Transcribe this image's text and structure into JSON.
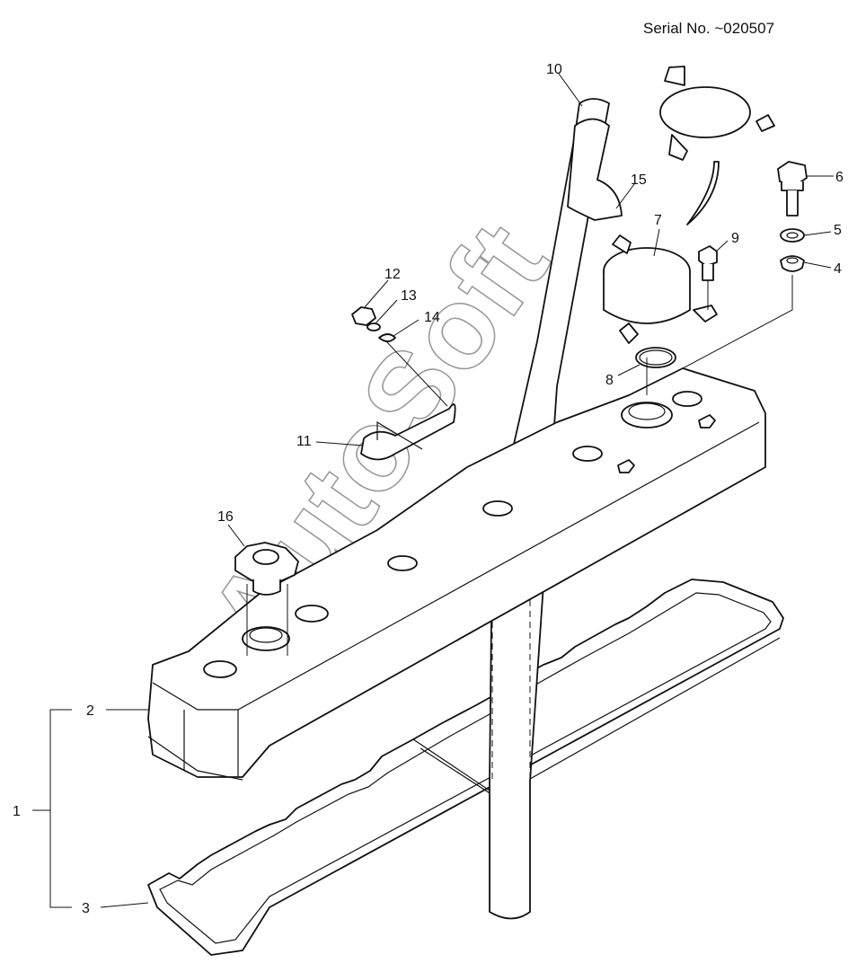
{
  "header": {
    "serial": "Serial No. ~020507"
  },
  "watermark": {
    "text": "AutoSoft"
  },
  "callouts": [
    {
      "id": "c1",
      "label": "1"
    },
    {
      "id": "c2",
      "label": "2"
    },
    {
      "id": "c3",
      "label": "3"
    },
    {
      "id": "c4",
      "label": "4"
    },
    {
      "id": "c5",
      "label": "5"
    },
    {
      "id": "c6",
      "label": "6"
    },
    {
      "id": "c7",
      "label": "7"
    },
    {
      "id": "c8",
      "label": "8"
    },
    {
      "id": "c9",
      "label": "9"
    },
    {
      "id": "c10",
      "label": "10"
    },
    {
      "id": "c11",
      "label": "11"
    },
    {
      "id": "c12",
      "label": "12"
    },
    {
      "id": "c13",
      "label": "13"
    },
    {
      "id": "c14",
      "label": "14"
    },
    {
      "id": "c15",
      "label": "15"
    },
    {
      "id": "c16",
      "label": "16"
    }
  ]
}
